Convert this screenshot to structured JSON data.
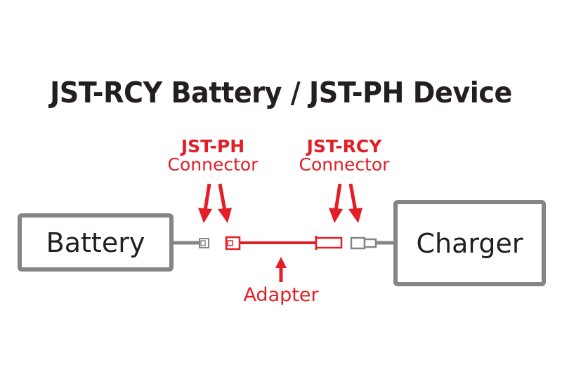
{
  "title": "JST-RCY Battery / JST-PH Device",
  "labels": {
    "jst_ph": {
      "name": "JST-PH",
      "sub": "Connector"
    },
    "jst_rcy": {
      "name": "JST-RCY",
      "sub": "Connector"
    },
    "adapter": "Adapter"
  },
  "boxes": {
    "battery": "Battery",
    "charger": "Charger"
  },
  "colors": {
    "accent": "#e31e26",
    "gray": "#858585",
    "text": "#231f20"
  }
}
